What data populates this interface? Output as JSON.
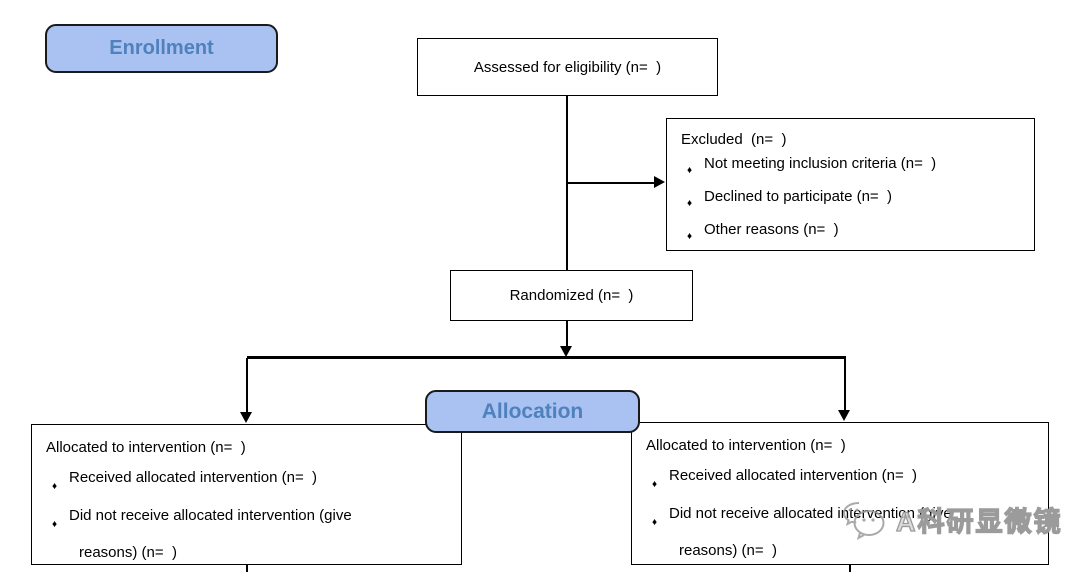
{
  "stages": {
    "enrollment": "Enrollment",
    "allocation": "Allocation"
  },
  "boxes": {
    "assessed": {
      "text": "Assessed for eligibility (n=  )"
    },
    "excluded": {
      "title": "Excluded  (n=  )",
      "bullets": [
        "Not meeting inclusion criteria (n=  )",
        "Declined to participate (n=  )",
        "Other reasons (n=  )"
      ]
    },
    "randomized": {
      "text": "Randomized (n=  )"
    },
    "allocated_left": {
      "title": "Allocated to intervention (n=  )",
      "bullet1": "Received allocated intervention (n=  )",
      "bullet2_line1": "Did not receive allocated intervention (give",
      "bullet2_line2": "reasons) (n=  )"
    },
    "allocated_right": {
      "title": "Allocated to intervention (n=  )",
      "bullet1": "Received allocated intervention (n=  )",
      "bullet2_line1": "Did not receive allocated intervention (give",
      "bullet2_line2": "reasons) (n=  )"
    }
  },
  "bullet_glyph": "♦",
  "watermark": {
    "text": "A科研显微镜",
    "icon": "wechat-icon"
  },
  "colors": {
    "stage_fill": "#a9c2f1",
    "stage_text": "#4f81bd",
    "box_border": "#000000",
    "line": "#000000",
    "watermark_gray": "#9b9b9b"
  }
}
